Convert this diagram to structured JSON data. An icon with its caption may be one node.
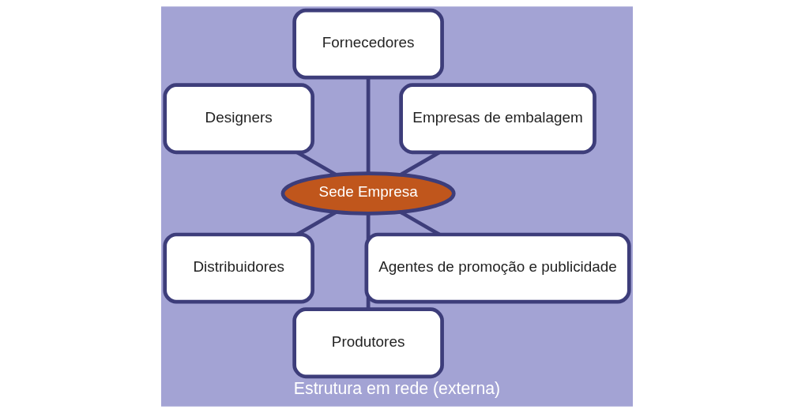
{
  "diagram": {
    "caption": "Estrutura em rede (externa)",
    "nodes": [
      {
        "text": [
          "Empresas de embalagem"
        ]
      },
      {
        "text": [
          "Fornecedores"
        ]
      },
      {
        "text": [
          "Designers"
        ]
      },
      {
        "text": [
          "Sede Empresa"
        ]
      },
      {
        "text": [
          "Distribuidores"
        ]
      },
      {
        "text": [
          "Produtores"
        ]
      },
      {
        "text": [
          "Agentes de promoção e publicidade"
        ]
      }
    ],
    "edges": [
      {
        "from": 3,
        "to": 0,
        "arrow": "none"
      },
      {
        "from": 3,
        "to": 1,
        "arrow": "none"
      },
      {
        "from": 3,
        "to": 2,
        "arrow": "none"
      },
      {
        "from": 3,
        "to": 4,
        "arrow": "none"
      },
      {
        "from": 3,
        "to": 5,
        "arrow": "none"
      },
      {
        "from": 3,
        "to": 6,
        "arrow": "none"
      }
    ]
  }
}
